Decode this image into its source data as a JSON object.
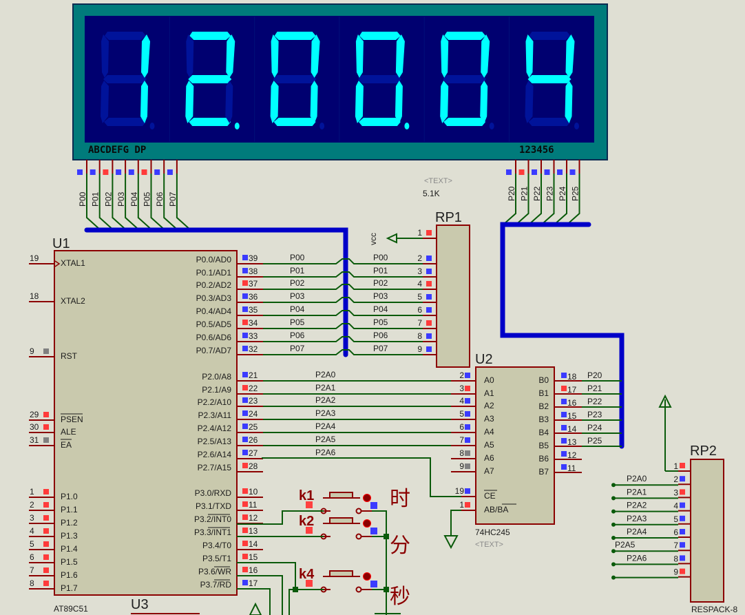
{
  "display": {
    "digits": [
      "1",
      "2",
      "0",
      "0",
      "0",
      "4"
    ],
    "decimal_points": [
      false,
      true,
      false,
      true,
      false,
      false
    ],
    "segment_label": "ABCDEFG  DP",
    "common_label": "123456",
    "segment_pins": [
      "P00",
      "P01",
      "P02",
      "P03",
      "P04",
      "P05",
      "P06",
      "P07"
    ],
    "segment_pin_states": [
      "low",
      "low",
      "high",
      "low",
      "low",
      "high",
      "low",
      "low"
    ],
    "common_pins": [
      "P20",
      "P21",
      "P22",
      "P23",
      "P24",
      "P25"
    ],
    "common_pin_states": [
      "low",
      "high",
      "low",
      "low",
      "low",
      "low"
    ],
    "colors": {
      "frame": "#007b7b",
      "panel": "#000080",
      "lit": "#00ffff",
      "unlit": "#00139a"
    }
  },
  "floating_text": {
    "placeholder": "<TEXT>",
    "value": "5.1K"
  },
  "u1": {
    "ref": "U1",
    "part": "AT89C51",
    "left_pins": [
      {
        "num": "19",
        "name": "XTAL1",
        "state": "none"
      },
      {
        "num": "18",
        "name": "XTAL2",
        "state": "none"
      },
      {
        "num": "9",
        "name": "RST",
        "state": "grey"
      },
      {
        "num": "29",
        "name": "PSEN",
        "state": "high",
        "overline": true
      },
      {
        "num": "30",
        "name": "ALE",
        "state": "high"
      },
      {
        "num": "31",
        "name": "EA",
        "state": "grey",
        "overline": true
      },
      {
        "num": "1",
        "name": "P1.0",
        "state": "high"
      },
      {
        "num": "2",
        "name": "P1.1",
        "state": "high"
      },
      {
        "num": "3",
        "name": "P1.2",
        "state": "high"
      },
      {
        "num": "4",
        "name": "P1.3",
        "state": "high"
      },
      {
        "num": "5",
        "name": "P1.4",
        "state": "high"
      },
      {
        "num": "6",
        "name": "P1.5",
        "state": "high"
      },
      {
        "num": "7",
        "name": "P1.6",
        "state": "high"
      },
      {
        "num": "8",
        "name": "P1.7",
        "state": "high"
      }
    ],
    "right_pins": [
      {
        "num": "39",
        "name": "P0.0/AD0",
        "state": "low"
      },
      {
        "num": "38",
        "name": "P0.1/AD1",
        "state": "low"
      },
      {
        "num": "37",
        "name": "P0.2/AD2",
        "state": "high"
      },
      {
        "num": "36",
        "name": "P0.3/AD3",
        "state": "low"
      },
      {
        "num": "35",
        "name": "P0.4/AD4",
        "state": "low"
      },
      {
        "num": "34",
        "name": "P0.5/AD5",
        "state": "high"
      },
      {
        "num": "33",
        "name": "P0.6/AD6",
        "state": "low"
      },
      {
        "num": "32",
        "name": "P0.7/AD7",
        "state": "low"
      },
      {
        "num": "21",
        "name": "P2.0/A8",
        "state": "low"
      },
      {
        "num": "22",
        "name": "P2.1/A9",
        "state": "high"
      },
      {
        "num": "23",
        "name": "P2.2/A10",
        "state": "low"
      },
      {
        "num": "24",
        "name": "P2.3/A11",
        "state": "low"
      },
      {
        "num": "25",
        "name": "P2.4/A12",
        "state": "low"
      },
      {
        "num": "26",
        "name": "P2.5/A13",
        "state": "low"
      },
      {
        "num": "27",
        "name": "P2.6/A14",
        "state": "low"
      },
      {
        "num": "28",
        "name": "P2.7/A15",
        "state": "high"
      },
      {
        "num": "10",
        "name": "P3.0/RXD",
        "state": "high"
      },
      {
        "num": "11",
        "name": "P3.1/TXD",
        "state": "high"
      },
      {
        "num": "12",
        "name": "P3.2/INT0",
        "state": "high"
      },
      {
        "num": "13",
        "name": "P3.3/INT1",
        "state": "high"
      },
      {
        "num": "14",
        "name": "P3.4/T0",
        "state": "high"
      },
      {
        "num": "15",
        "name": "P3.5/T1",
        "state": "high"
      },
      {
        "num": "16",
        "name": "P3.6/WR",
        "state": "high"
      },
      {
        "num": "17",
        "name": "P3.7/RD",
        "state": "low"
      }
    ]
  },
  "u3": {
    "ref": "U3"
  },
  "rp1": {
    "ref": "RP1",
    "vcc_label": "vcc",
    "pins": [
      {
        "num": "1",
        "state": "high",
        "net": ""
      },
      {
        "num": "2",
        "state": "low",
        "net": "P00"
      },
      {
        "num": "3",
        "state": "low",
        "net": "P01"
      },
      {
        "num": "4",
        "state": "high",
        "net": "P02"
      },
      {
        "num": "5",
        "state": "low",
        "net": "P03"
      },
      {
        "num": "6",
        "state": "low",
        "net": "P04"
      },
      {
        "num": "7",
        "state": "high",
        "net": "P05"
      },
      {
        "num": "8",
        "state": "low",
        "net": "P06"
      },
      {
        "num": "9",
        "state": "low",
        "net": "P07"
      }
    ]
  },
  "p0_nets": [
    "P00",
    "P01",
    "P02",
    "P03",
    "P04",
    "P05",
    "P06",
    "P07"
  ],
  "p2_nets": [
    "P2A0",
    "P2A1",
    "P2A2",
    "P2A3",
    "P2A4",
    "P2A5",
    "P2A6"
  ],
  "u2": {
    "ref": "U2",
    "part": "74HC245",
    "text_placeholder": "<TEXT>",
    "a_pins": [
      {
        "num": "2",
        "name": "A0",
        "state": "low"
      },
      {
        "num": "3",
        "name": "A1",
        "state": "high"
      },
      {
        "num": "4",
        "name": "A2",
        "state": "low"
      },
      {
        "num": "5",
        "name": "A3",
        "state": "low"
      },
      {
        "num": "6",
        "name": "A4",
        "state": "low"
      },
      {
        "num": "7",
        "name": "A5",
        "state": "low"
      },
      {
        "num": "8",
        "name": "A6",
        "state": "grey"
      },
      {
        "num": "9",
        "name": "A7",
        "state": "grey"
      },
      {
        "num": "19",
        "name": "CE",
        "state": "low",
        "overline": true
      },
      {
        "num": "1",
        "name": "AB/BA",
        "state": "high"
      }
    ],
    "b_pins": [
      {
        "num": "18",
        "name": "B0",
        "state": "low",
        "net": "P20"
      },
      {
        "num": "17",
        "name": "B1",
        "state": "high",
        "net": "P21"
      },
      {
        "num": "16",
        "name": "B2",
        "state": "low",
        "net": "P22"
      },
      {
        "num": "15",
        "name": "B3",
        "state": "low",
        "net": "P23"
      },
      {
        "num": "14",
        "name": "B4",
        "state": "low",
        "net": "P24"
      },
      {
        "num": "13",
        "name": "B5",
        "state": "low",
        "net": "P25"
      },
      {
        "num": "12",
        "name": "B6",
        "state": "low",
        "net": ""
      },
      {
        "num": "11",
        "name": "B7",
        "state": "low",
        "net": ""
      }
    ]
  },
  "rp2": {
    "ref": "RP2",
    "part": "RESPACK-8",
    "pins": [
      {
        "num": "1",
        "state": "high",
        "net": ""
      },
      {
        "num": "2",
        "state": "low",
        "net": "P2A0"
      },
      {
        "num": "3",
        "state": "high",
        "net": "P2A1"
      },
      {
        "num": "4",
        "state": "low",
        "net": "P2A2"
      },
      {
        "num": "5",
        "state": "low",
        "net": "P2A3"
      },
      {
        "num": "6",
        "state": "low",
        "net": "P2A4"
      },
      {
        "num": "7",
        "state": "low",
        "net": "P2A5"
      },
      {
        "num": "8",
        "state": "low",
        "net": "P2A6"
      },
      {
        "num": "9",
        "state": "high",
        "net": ""
      }
    ]
  },
  "buttons": [
    {
      "ref": "k1",
      "label": "时"
    },
    {
      "ref": "k2",
      "label": "分"
    },
    {
      "ref": "k4",
      "label": "秒"
    }
  ],
  "pin_colors": {
    "high": "#ff3b3b",
    "low": "#3b3bff",
    "grey": "#808080"
  }
}
